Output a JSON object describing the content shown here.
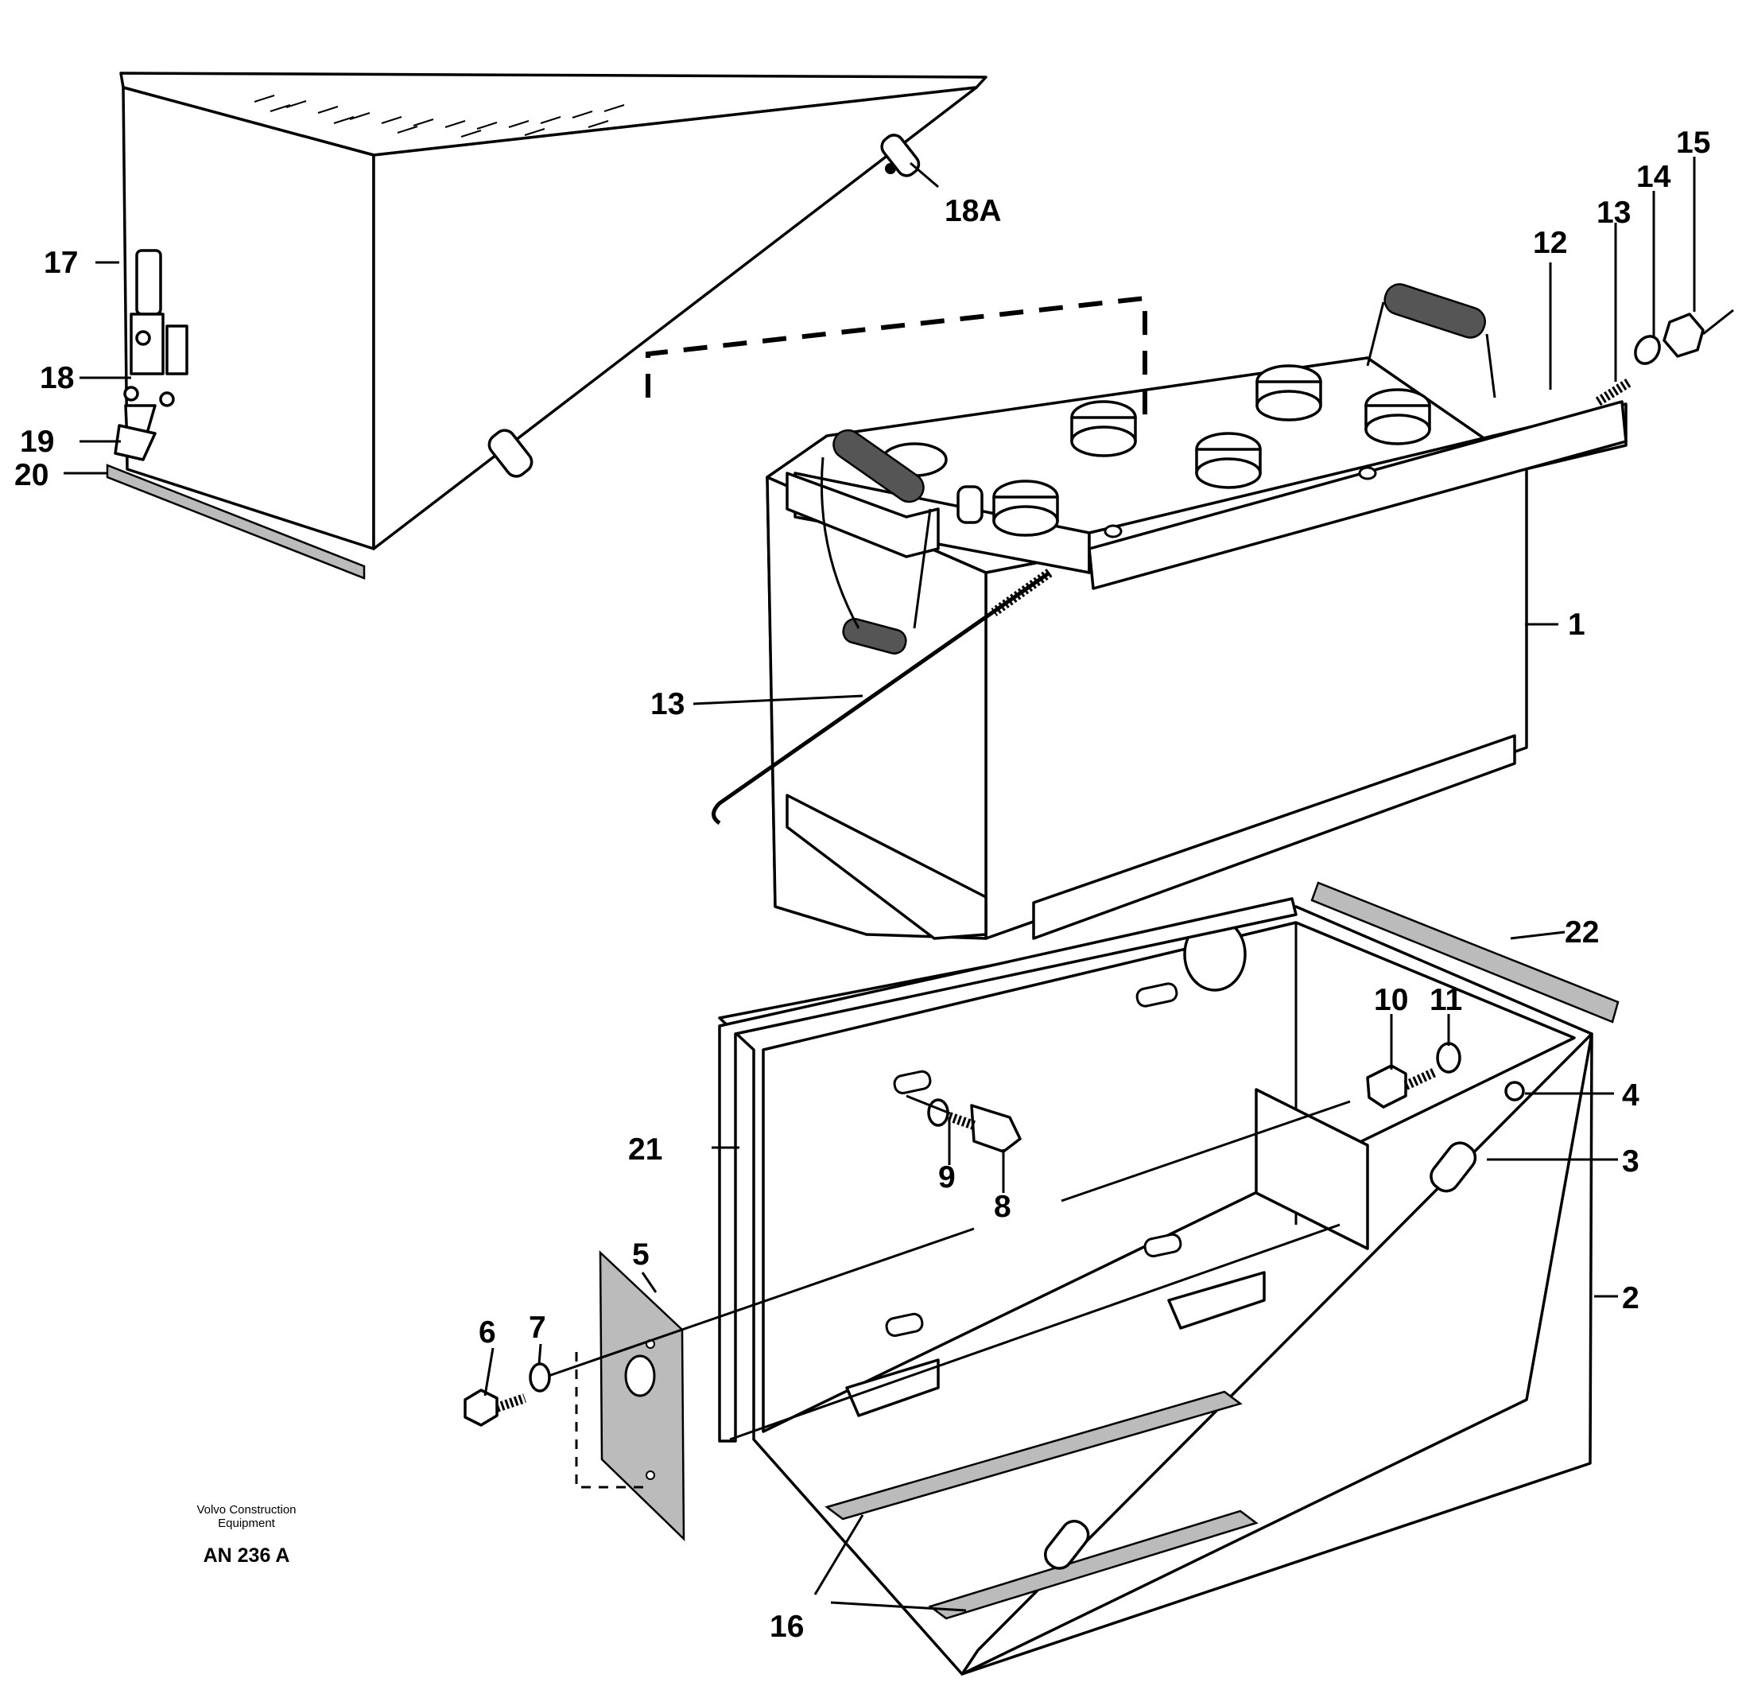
{
  "callouts": {
    "c1": "1",
    "c2": "2",
    "c3": "3",
    "c4": "4",
    "c5": "5",
    "c6": "6",
    "c7": "7",
    "c8": "8",
    "c9": "9",
    "c10": "10",
    "c11": "11",
    "c12": "12",
    "c13a": "13",
    "c13b": "13",
    "c14": "14",
    "c15": "15",
    "c16": "16",
    "c17": "17",
    "c18": "18",
    "c18a": "18A",
    "c19": "19",
    "c20": "20",
    "c21": "21",
    "c22": "22"
  },
  "credit": {
    "line1": "Volvo Construction",
    "line2": "Equipment",
    "code": "AN 236 A"
  }
}
